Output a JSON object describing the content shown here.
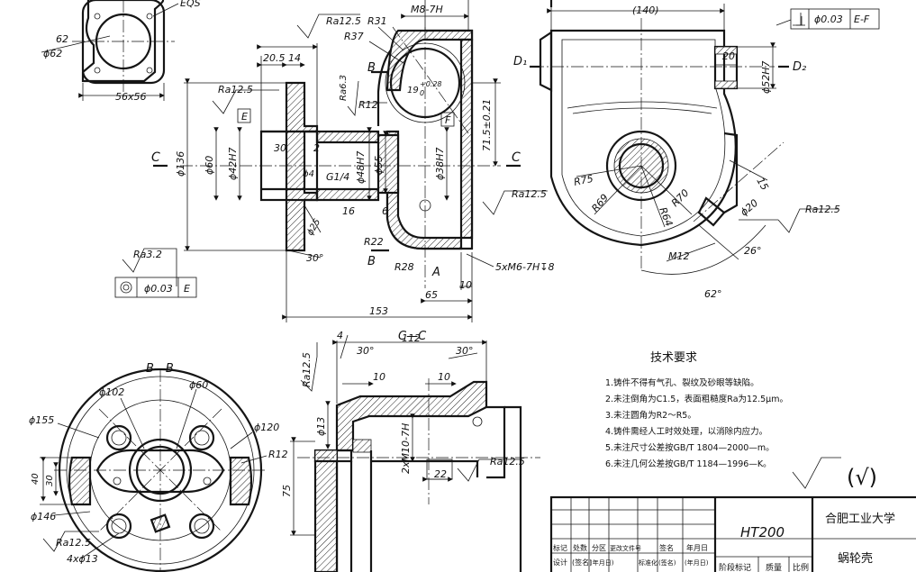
{
  "dimensions": {
    "eqs": "EQS",
    "d62": "ϕ62",
    "sq56": "56x56",
    "d140": "(140)",
    "d62_20": "62",
    "d20_5": "20.5",
    "d14": "14",
    "ra12_5a": "Ra12.5",
    "r31": "R31",
    "r37": "R37",
    "m8": "M8-7H",
    "ra12_5b": "Ra12.5",
    "ra6_3": "Ra6.3",
    "r12a": "R12",
    "d136": "ϕ136",
    "d60": "ϕ60",
    "d42h7": "ϕ42H7",
    "d30": "30",
    "d2": "2",
    "d4": "ϕ4",
    "g14": "G1/4",
    "d48h7": "ϕ48H7",
    "d55": "ϕ55",
    "d19": "19",
    "tol028": "+0.28",
    "tol0": "0",
    "d38h7": "ϕ38H7",
    "d71_5": "71.5±0.21",
    "d25": "ϕ25",
    "d16": "16",
    "d6": "6",
    "r22": "R22",
    "a30": "30°",
    "ra3_2": "Ra3.2",
    "conc": "ϕ0.03",
    "datumE": "E",
    "datumF": "F",
    "secB": "B",
    "secC": "C",
    "d153": "153",
    "d65": "65",
    "d10": "10",
    "r28": "R28",
    "lblA": "A",
    "m6": "5xM6-7H↧8",
    "ra12_5c": "Ra12.5",
    "perp": "ϕ0.03",
    "perpRef": "E-F",
    "d1": "D₁",
    "d2lbl": "D₂",
    "d20": "20",
    "d52h7": "ϕ52H7",
    "r75": "R75",
    "r69": "R69",
    "r64": "R64",
    "r70": "R70",
    "d15": "15",
    "dd20": "ϕ20",
    "ra12_5d": "Ra12.5",
    "m12": "M12",
    "a26": "26°",
    "a62": "62°",
    "bb": "B—B",
    "d102": "ϕ102",
    "dd60": "ϕ60",
    "d155": "ϕ155",
    "d120": "ϕ120",
    "r12b": "R12",
    "d40": "40",
    "dd30": "30",
    "d146": "ϕ146",
    "ra12_5e": "Ra12.5",
    "h4d13": "4xϕ13",
    "cc": "C—C",
    "d112": "112",
    "d4b": "4",
    "a30b": "30°",
    "a30c": "30°",
    "ra12_5f": "Ra12.5",
    "d10b": "10",
    "d10c": "10",
    "d13": "ϕ13",
    "m10": "2xM10-7H",
    "d22": "22",
    "ra12_5g": "Ra12.5",
    "d75": "75"
  },
  "requirements": {
    "title": "技术要求",
    "items": [
      "1.铸件不得有气孔、裂纹及砂眼等缺陷。",
      "2.未注倒角为C1.5，表面粗糙度Ra为12.5μm。",
      "3.未注圆角为R2～R5。",
      "4.铸件需经人工时效处理，以消除内应力。",
      "5.未注尺寸公差按GB/T 1804—2000—m。",
      "6.未注几何公差按GB/T 1184—1996—K。"
    ],
    "general_rough": "(√)"
  },
  "title_block": {
    "material": "HT200",
    "school": "合肥工业大学",
    "part": "蜗轮壳",
    "row1": [
      "标记",
      "处数",
      "分区",
      "更改文件号",
      "签名",
      "年月日"
    ],
    "row2": [
      "设计",
      "(签名)",
      "(年月日)",
      "标准化",
      "(签名)",
      "(年月日)"
    ],
    "stage": "阶段标记",
    "mass": "质量",
    "scale": "比例"
  }
}
